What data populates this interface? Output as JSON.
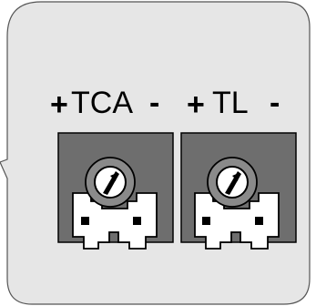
{
  "panel": {
    "background": "#e6e6e6",
    "border": "#555555"
  },
  "terminals": [
    {
      "plus": "+",
      "name": "TCA",
      "minus": "-"
    },
    {
      "plus": "+",
      "name": "TL",
      "minus": "-"
    }
  ],
  "colors": {
    "block": "#6e6e6e",
    "screw": "#8a8a8a",
    "clip": "#ffffff",
    "ink": "#000000"
  },
  "icons": {
    "trim-screw": "screwdriver-slot",
    "terminal-contact": "square-contact"
  }
}
